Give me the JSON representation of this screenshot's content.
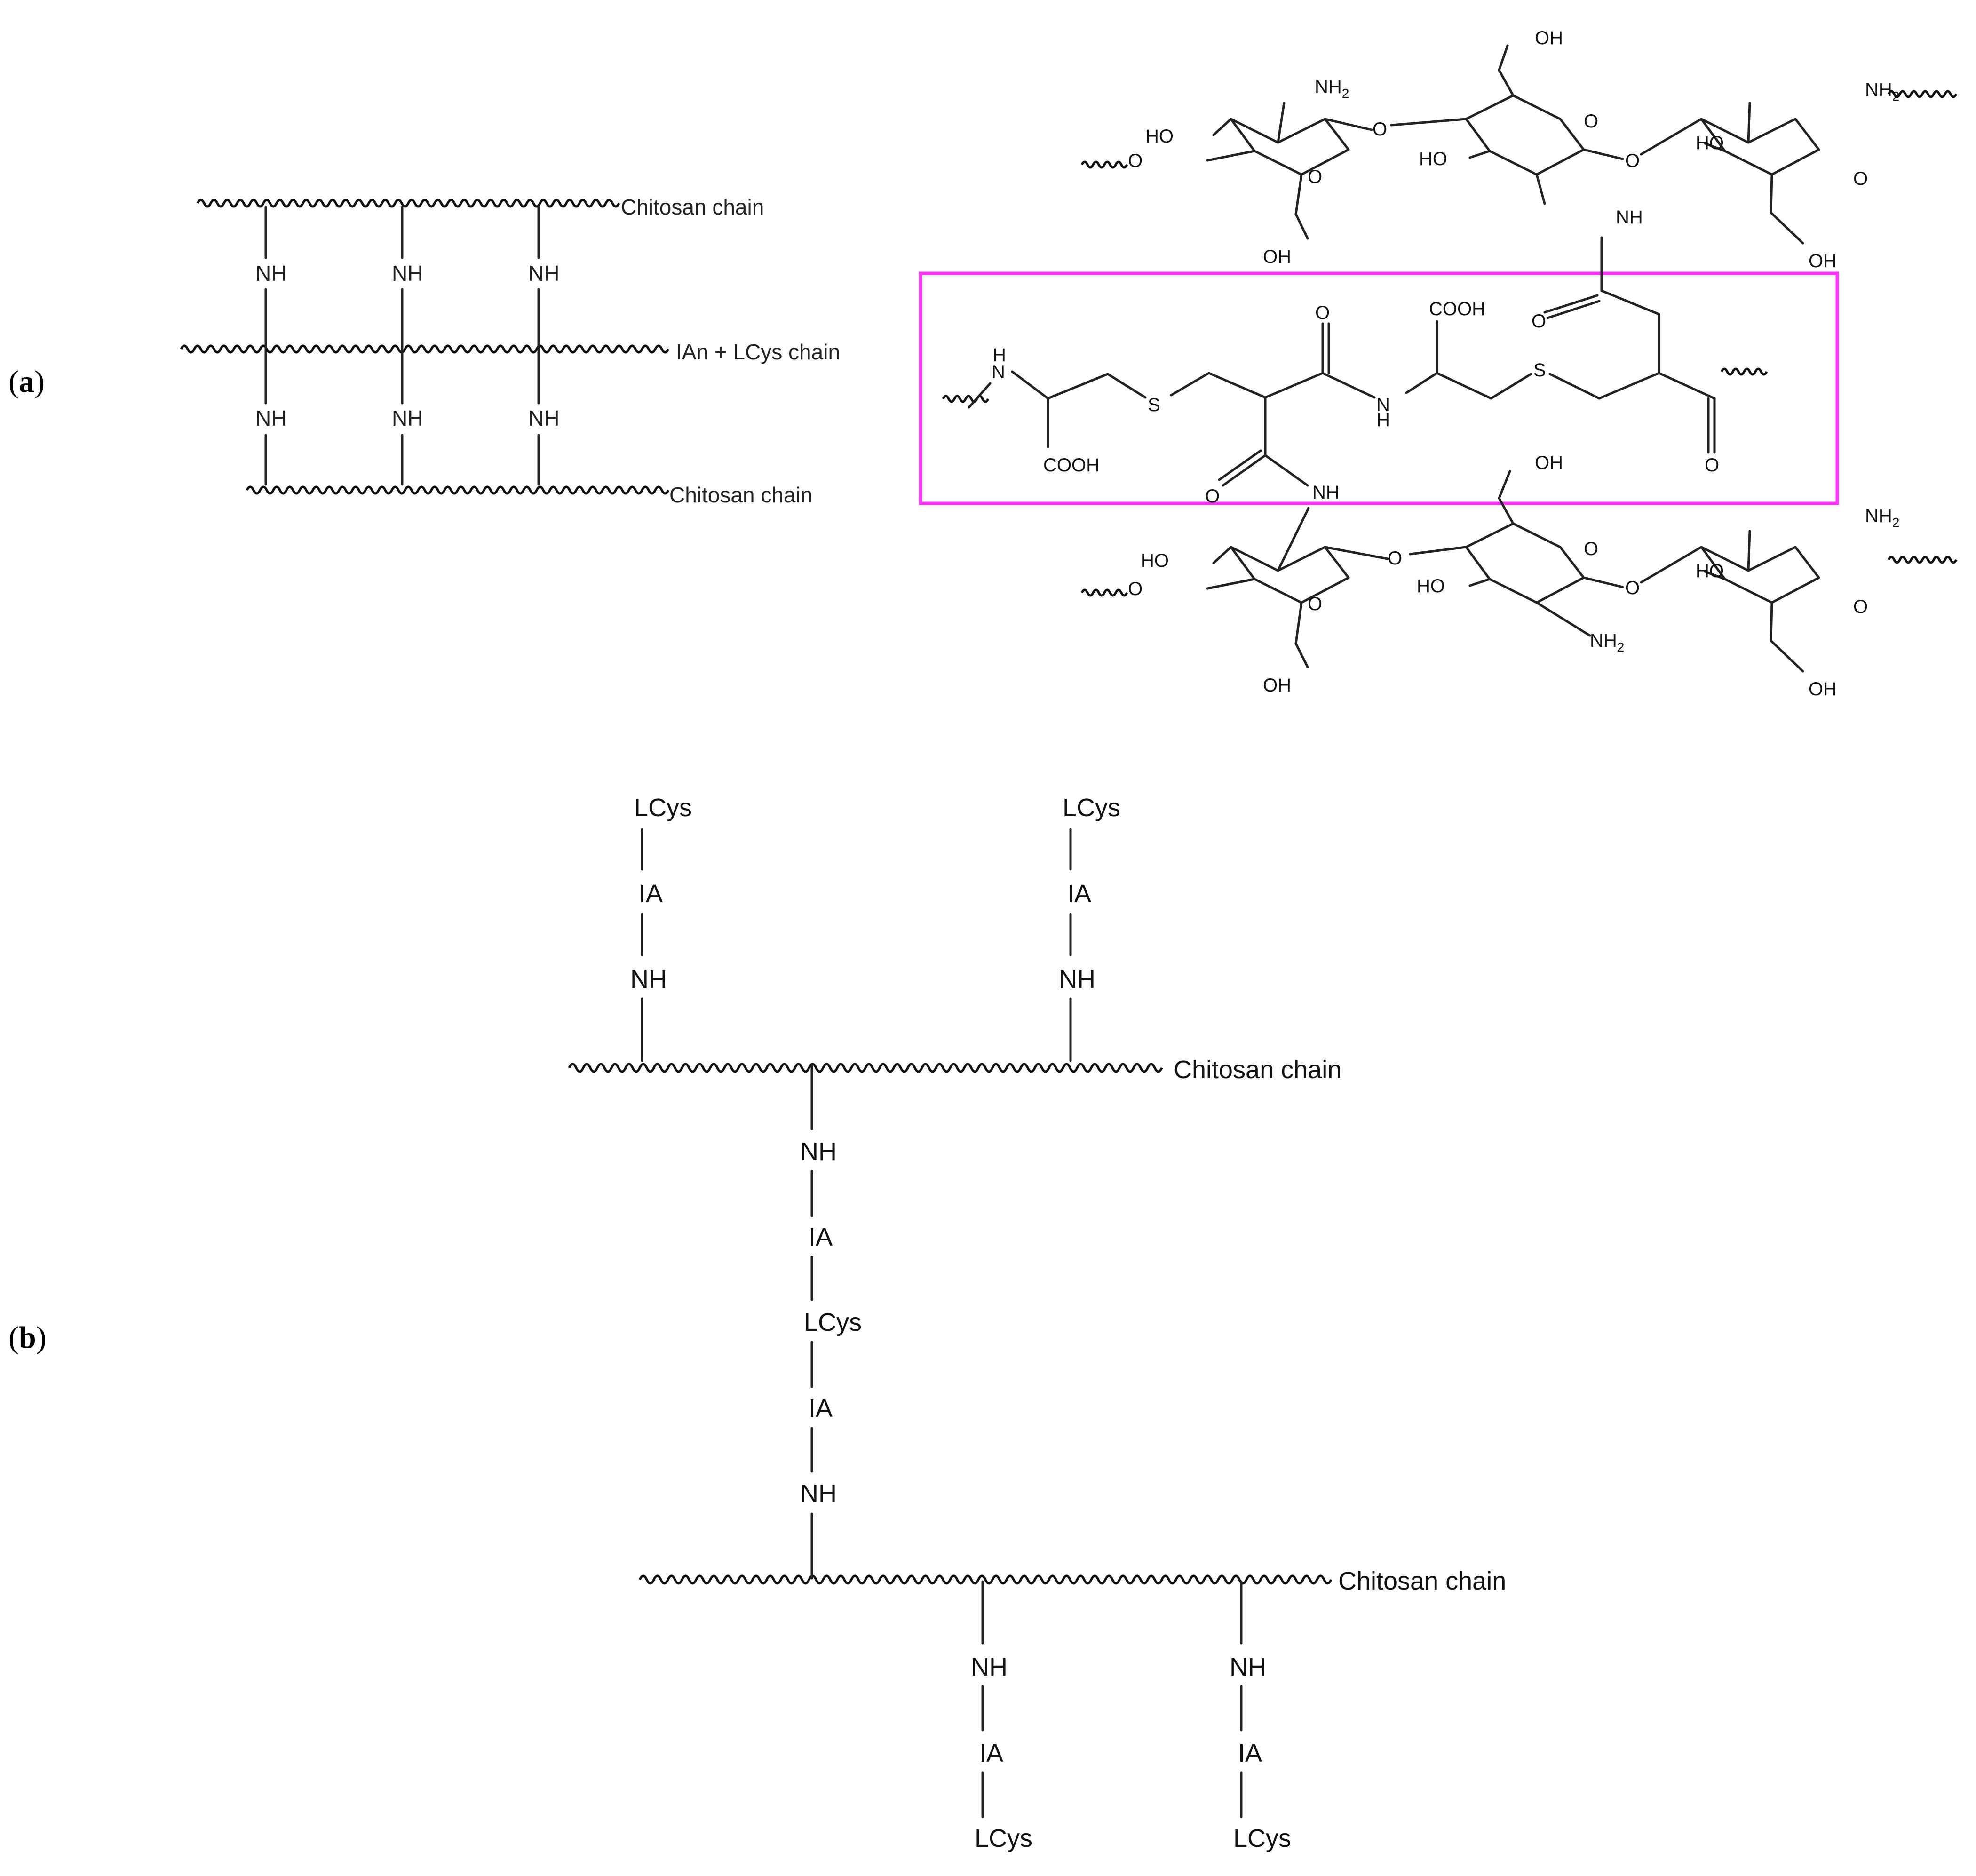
{
  "figure": {
    "panels": {
      "a": {
        "label_open": "(",
        "label_letter": "a",
        "label_close": ")"
      },
      "b": {
        "label_open": "(",
        "label_letter": "b",
        "label_close": ")"
      }
    },
    "colors": {
      "highlight": "#ff33ff",
      "ink": "#222222"
    }
  },
  "scheme_a": {
    "top_chain": "Chitosan chain",
    "middle_chain": "IAn + LCys chain",
    "bottom_chain": "Chitosan chain",
    "linker": "NH"
  },
  "structure_a": {
    "nh2": "NH",
    "nh2_sub": "2",
    "ho": "HO",
    "oh": "OH",
    "o": "O",
    "nh": "NH",
    "h": "H",
    "n": "N",
    "s": "S",
    "cooh": "COOH"
  },
  "scheme_b": {
    "chain_label": "Chitosan chain",
    "nh": "NH",
    "ia": "IA",
    "lcys": "LCys"
  }
}
